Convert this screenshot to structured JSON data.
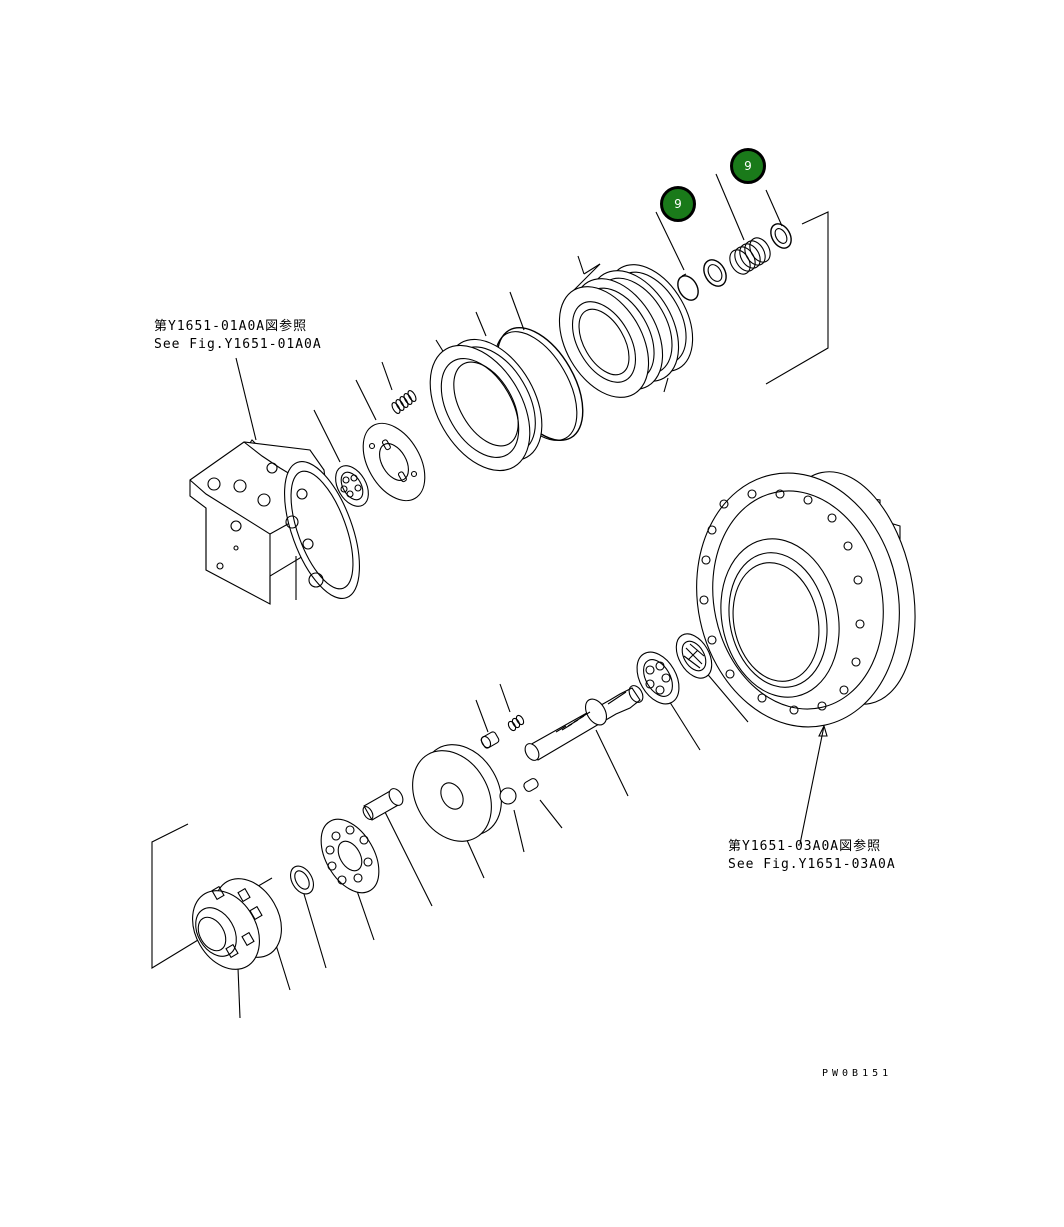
{
  "references": {
    "upper": {
      "ja": "第Y1651-01A0A図参照",
      "en": "See Fig.Y1651-01A0A"
    },
    "lower": {
      "ja": "第Y1651-03A0A図参照",
      "en": "See Fig.Y1651-03A0A"
    }
  },
  "callouts": [
    {
      "label": "9",
      "color": "#1a7a1a"
    },
    {
      "label": "9",
      "color": "#1a7a1a"
    }
  ],
  "drawing_code": "PW0B151"
}
